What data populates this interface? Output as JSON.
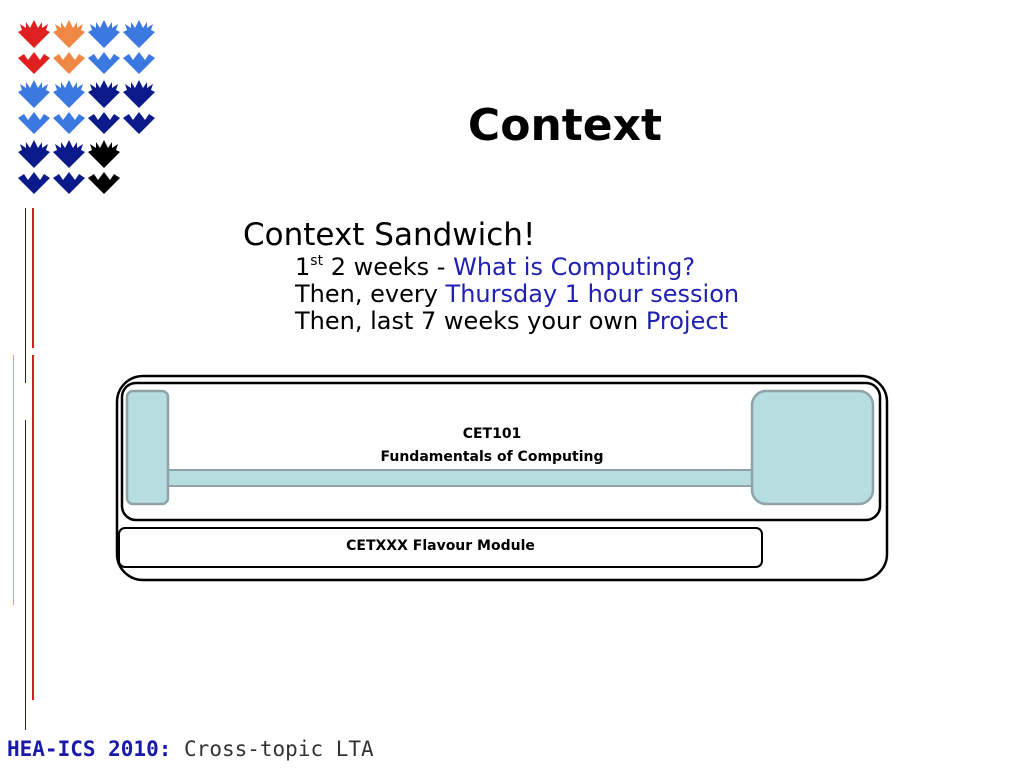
{
  "slide": {
    "title": "Context",
    "bullet": "Context Sandwich!",
    "lines": [
      {
        "pre": "1",
        "sup": "st",
        "mid": " 2 weeks - ",
        "hl": "What is Computing?"
      },
      {
        "pre": "Then, every ",
        "hl": "Thursday 1 hour session"
      },
      {
        "pre": "Then, last 7 weeks your own ",
        "hl": "Project"
      }
    ],
    "diagram": {
      "core_line1": "CET101",
      "core_line2": "Fundamentals of Computing",
      "flavour": "CETXXX  Flavour Module"
    }
  },
  "footer": {
    "brand": "HEA-ICS 2010:",
    "subtitle": "Cross-topic LTA"
  },
  "colors": {
    "highlight": "#1f1fb2",
    "icon_red": "#e02020",
    "icon_orange": "#ee8844",
    "icon_blue": "#3b78e0",
    "icon_navy": "#0a1a8a",
    "icon_black": "#000000",
    "panel_fill": "#b6dde0"
  }
}
